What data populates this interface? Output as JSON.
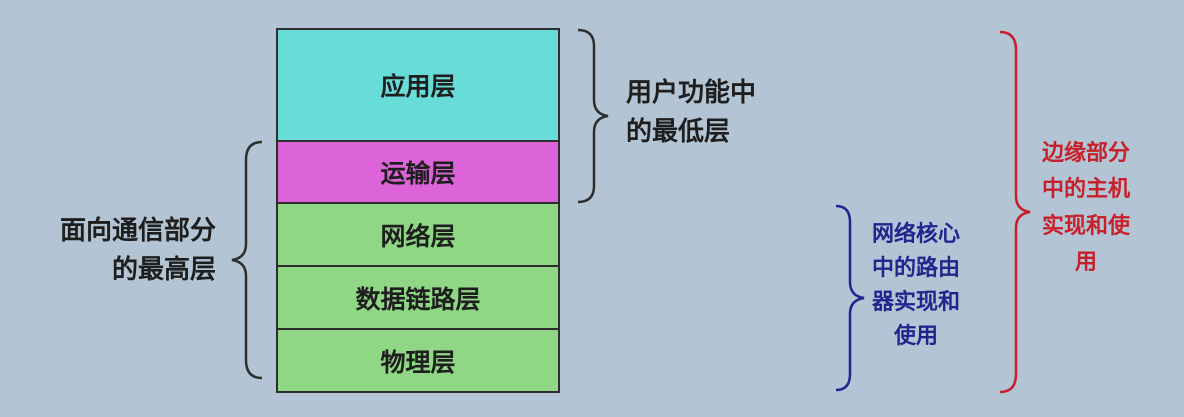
{
  "layers": [
    {
      "label": "应用层",
      "color": "#67dcd8"
    },
    {
      "label": "运输层",
      "color": "#dc63d8"
    },
    {
      "label": "网络层",
      "color": "#8fd785"
    },
    {
      "label": "数据链路层",
      "color": "#8fd785"
    },
    {
      "label": "物理层",
      "color": "#8fd785"
    }
  ],
  "annotations": {
    "left": {
      "lines": [
        "面向通信部分",
        "的最高层"
      ]
    },
    "top_right": {
      "lines": [
        "用户功能中",
        "的最低层"
      ]
    },
    "router": {
      "lines": [
        "网络核心",
        "中的路由",
        "器实现和",
        "使用"
      ],
      "color": "#23248e"
    },
    "host": {
      "lines": [
        "边缘部分",
        "中的主机",
        "实现和使",
        "用"
      ],
      "color": "#c8202a"
    }
  }
}
